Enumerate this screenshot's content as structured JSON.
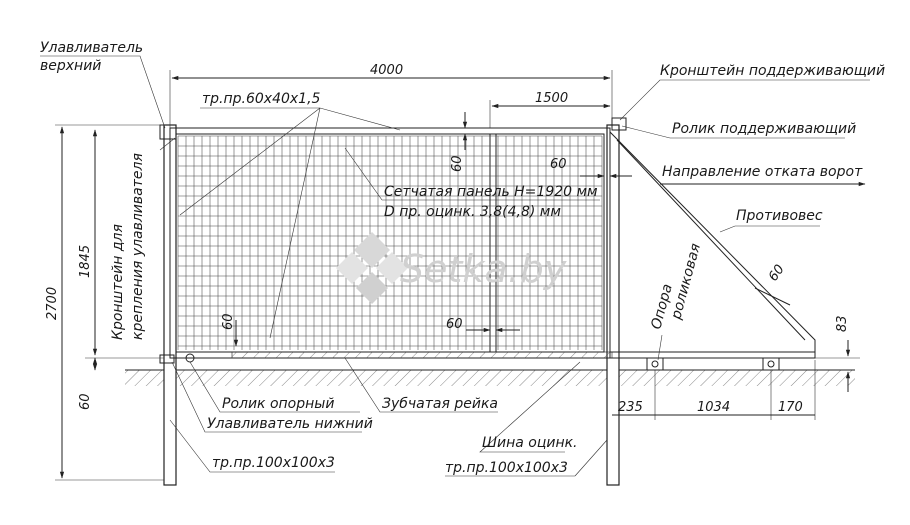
{
  "labels": {
    "upper_catcher_1": "Улавливатель",
    "upper_catcher_2": "верхний",
    "support_bracket": "Кронштейн поддерживающий",
    "support_roller": "Ролик поддерживающий",
    "direction": "Направление отката ворот",
    "counterweight": "Противовес",
    "profile_top": "тр.пр.60х40х1,5",
    "mesh_panel_1": "Сетчатая панель Н=1920 мм",
    "mesh_panel_2": "D пр. оцинк. 3,8(4,8) мм",
    "bracket_catcher_1": "Кронштейн для",
    "bracket_catcher_2": "крепления улавливателя",
    "roller_support_1": "Опора",
    "roller_support_2": "роликовая",
    "support_roller_low": "Ролик опорный",
    "lower_catcher": "Улавливатель нижний",
    "gear_rack": "Зубчатая рейка",
    "rail": "Шина оцинк.",
    "post_left": "тр.пр.100х100х3",
    "post_right": "тр.пр.100х100х3",
    "watermark": "Setka.by"
  },
  "dimensions": {
    "width_total": "4000",
    "width_1500": "1500",
    "d60_top": "60",
    "d60_right": "60",
    "d60_left": "60",
    "d60_bottom": "60",
    "d60_diag": "60",
    "h2700": "2700",
    "h1845": "1845",
    "h60": "60",
    "h83": "83",
    "w235": "235",
    "w1034": "1034",
    "w170": "170"
  },
  "colors": {
    "line": "#222222",
    "watermark": "#d0d0d0"
  }
}
